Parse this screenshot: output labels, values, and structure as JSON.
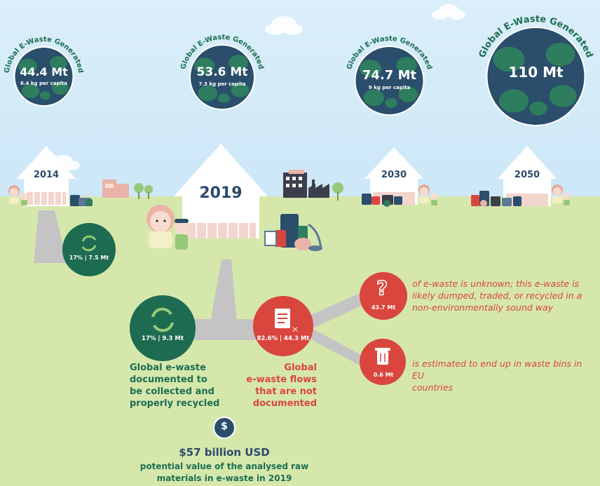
{
  "globes": [
    {
      "caption": "Global E-Waste Generated",
      "value": "44.4 Mt",
      "per_capita": "6.4 kg per capita"
    },
    {
      "caption": "Global E-Waste Generated",
      "value": "53.6 Mt",
      "per_capita": "7.3 kg per capita"
    },
    {
      "caption": "Global E-Waste Generated",
      "value": "74.7 Mt",
      "per_capita": "9 kg per capita"
    },
    {
      "caption": "Global E-Waste Generated",
      "value": "110 Mt",
      "per_capita": ""
    }
  ],
  "houses": {
    "y2014": "2014",
    "y2019": "2019",
    "y2030": "2030",
    "y2050": "2050"
  },
  "flows": {
    "recycled_2014": "17% | 7.5 Mt",
    "recycled_2019": "17% | 9.3 Mt",
    "undocumented_2019": "82.6% | 44.3 Mt",
    "unknown": "43.7 Mt",
    "eu_bins": "0.6 Mt"
  },
  "labels": {
    "green": [
      "Global e-waste",
      "documented to",
      "be collected and",
      "properly recycled"
    ],
    "red": [
      "Global",
      "e-waste flows",
      "that are not",
      "documented"
    ],
    "note_unknown": [
      "of e-waste is unknown; this e-waste is",
      "likely dumped, traded, or recycled in a",
      "non-environmentally sound way"
    ],
    "note_eu": [
      "is estimated to end up in waste bins in EU",
      "countries"
    ]
  },
  "value": {
    "icon": "$",
    "title": "$57 billion USD",
    "sub": [
      "potential value of the analysed raw",
      "materials in e-waste in 2019"
    ]
  },
  "colors": {
    "globe_ocean": "#2a4e6b",
    "globe_land": "#2e7d5e",
    "green_circle": "#1d6b51",
    "red_circle": "#d9463d",
    "ground": "#d6e7ac",
    "sky": "#d3ebf8",
    "text_dark": "#2e4a6b"
  },
  "icons": [
    "recycle-icon",
    "question-icon",
    "document-icon",
    "trash-bin-icon",
    "dollar-icon",
    "house-icon",
    "tree-icon",
    "factory-icon",
    "cloud-icon"
  ]
}
